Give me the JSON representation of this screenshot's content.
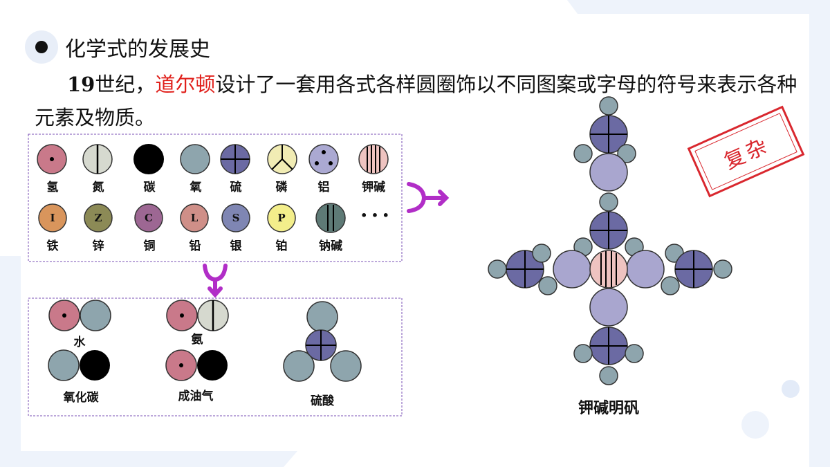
{
  "heading": "化学式的发展史",
  "paragraph": {
    "num": "19",
    "part1": "世纪，",
    "name": "道尔顿",
    "part2": "设计了一套用各式各样圆圈饰以不同图案或字母的符号来表示各种元素及物质。"
  },
  "elements_row1": [
    "氢",
    "氮",
    "碳",
    "氧",
    "硫",
    "磷",
    "铝",
    "钾碱"
  ],
  "elements_row2": [
    "铁",
    "锌",
    "铜",
    "铅",
    "银",
    "铂",
    "钠碱"
  ],
  "element_letters": [
    "I",
    "Z",
    "C",
    "L",
    "S",
    "P"
  ],
  "ellipsis": "• • •",
  "compounds": {
    "water": "水",
    "ammonia": "氨",
    "carbon_oxide": "氧化碳",
    "olefiant_gas": "成油气",
    "sulfuric_acid": "硫酸"
  },
  "stamp": "复杂",
  "alum_label": "钾碱明矾",
  "colors": {
    "hydrogen": "#c9798a",
    "nitrogen": "#d6d9cf",
    "oxygen": "#8ea5ad",
    "sulfur": "#6b6aa3",
    "phosphorus": "#f1ecb4",
    "aluminium": "#aba9d2",
    "potash": "#eec3c0",
    "iron": "#d9955c",
    "zinc": "#8c8a56",
    "copper": "#9d6793",
    "lead": "#cf8f88",
    "silver": "#7f86b3",
    "platinum": "#f3ee8b",
    "soda": "#5e7a76",
    "carbon": "#000000",
    "alum_large": "#a9a6cf",
    "arrow": "#b12ec7",
    "stamp": "#d9272e"
  }
}
